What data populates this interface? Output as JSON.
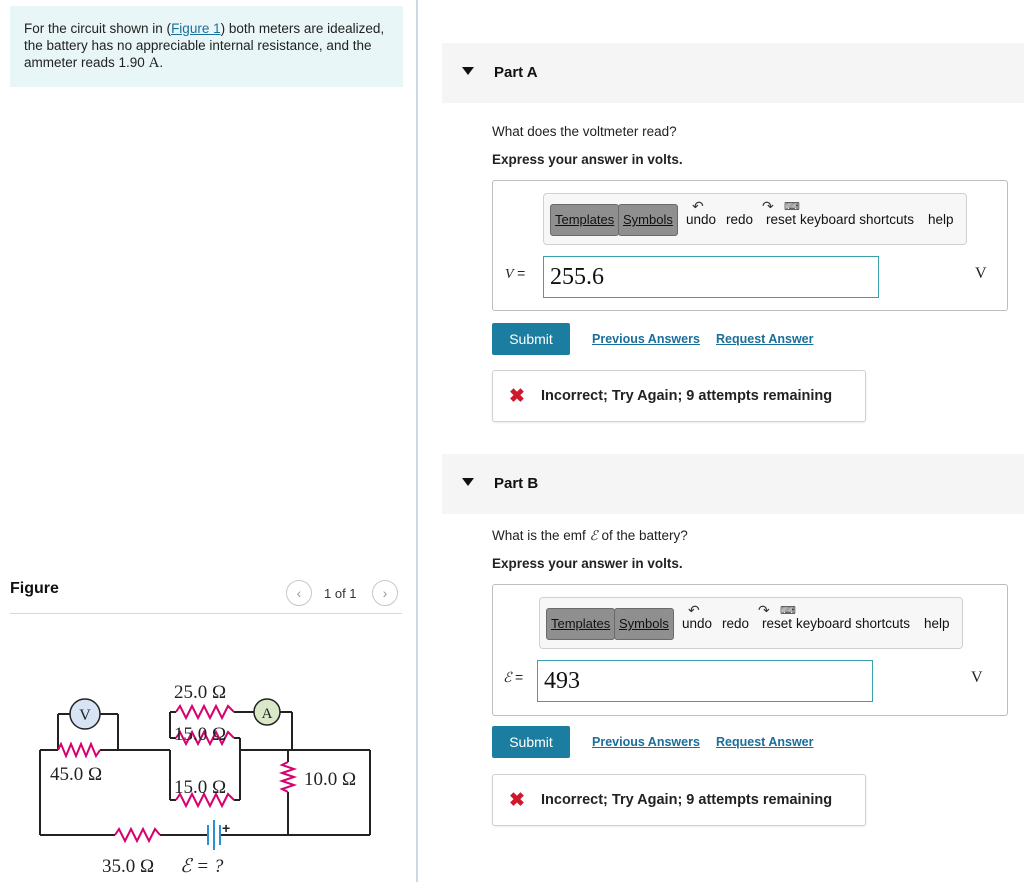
{
  "problem": {
    "text_before": "For the circuit shown in (",
    "figure_link": "Figure 1",
    "text_after": ") both meters are idealized, the battery has no appreciable internal resistance, and the ammeter reads 1.90 ",
    "unit": "A",
    "period": "."
  },
  "figure": {
    "title": "Figure",
    "pager": "1 of 1",
    "prev_icon": "chevron-left-icon",
    "next_icon": "chevron-right-icon",
    "labels": {
      "r_top": "25.0 Ω",
      "r_mid": "15.0 Ω",
      "r_low": "15.0 Ω",
      "r_left": "45.0 Ω",
      "r_right": "10.0 Ω",
      "r_bottom": "35.0 Ω",
      "emf": "ℰ = ?",
      "voltmeter": "V",
      "ammeter": "A",
      "plus": "+"
    },
    "colors": {
      "resistor": "#d6006e",
      "voltmeter_fill": "#d6e4f5",
      "ammeter_fill": "#dbe8c8",
      "battery": "#2a8fd6"
    }
  },
  "parts": [
    {
      "label": "Part A",
      "question": "What does the voltmeter read?",
      "instruction": "Express your answer in volts.",
      "toolbar": {
        "templates": "Templates",
        "symbols": "Symbols",
        "undo": "undo",
        "redo": "redo",
        "reset": "reset",
        "shortcuts": "keyboard shortcuts",
        "help": "help"
      },
      "variable": "V",
      "equals": "=",
      "answer": "255.6",
      "unit": "V",
      "submit": "Submit",
      "previous_answers": "Previous Answers",
      "request_answer": "Request Answer",
      "feedback": "Incorrect; Try Again; 9 attempts remaining"
    },
    {
      "label": "Part B",
      "question_before": "What is the emf ",
      "question_symbol": "ℰ",
      "question_after": " of the battery?",
      "instruction": "Express your answer in volts.",
      "toolbar": {
        "templates": "Templates",
        "symbols": "Symbols",
        "undo": "undo",
        "redo": "redo",
        "reset": "reset",
        "shortcuts": "keyboard shortcuts",
        "help": "help"
      },
      "variable": "ℰ",
      "equals": "=",
      "answer": "493",
      "unit": "V",
      "submit": "Submit",
      "previous_answers": "Previous Answers",
      "request_answer": "Request Answer",
      "feedback": "Incorrect; Try Again; 9 attempts remaining"
    }
  ],
  "colors": {
    "accent": "#1b7ea1",
    "link": "#1a6e9a",
    "error": "#d0172b",
    "problem_bg": "#e8f6f7"
  }
}
